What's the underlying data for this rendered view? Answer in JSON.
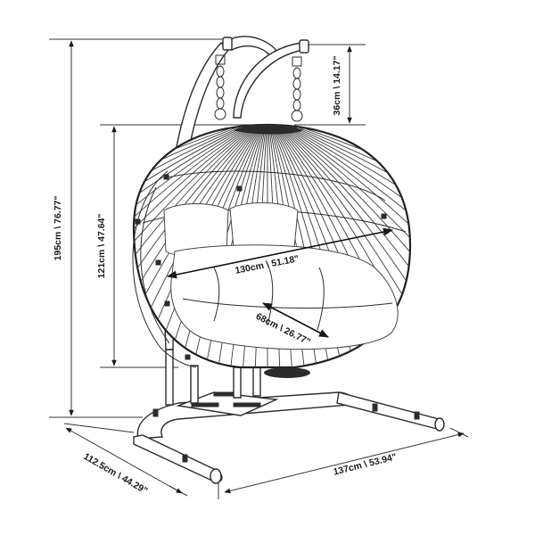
{
  "dimensions": {
    "overall_height": "195cm \\ 76.77\"",
    "pod_height": "121cm \\ 47.64\"",
    "chain_length": "36cm \\ 14.17\"",
    "pod_width": "130cm \\ 51.18\"",
    "seat_depth": "68cm \\ 26.77\"",
    "base_depth": "112.5cm \\ 44.29\"",
    "base_width": "137cm \\ 53.94\""
  }
}
